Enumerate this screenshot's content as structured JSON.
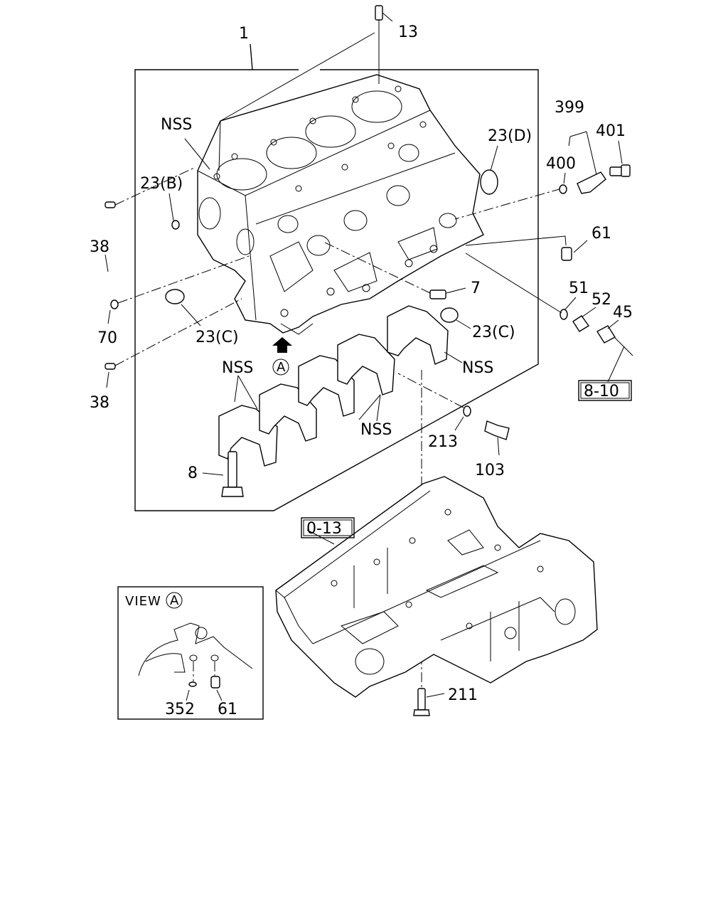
{
  "labels": {
    "l1": "1",
    "l13": "13",
    "nss_top": "NSS",
    "l23b": "23(B)",
    "l23d": "23(D)",
    "l399": "399",
    "l401": "401",
    "l400": "400",
    "l61": "61",
    "l38_top": "38",
    "l70": "70",
    "l38_bot": "38",
    "l23c_left": "23(C)",
    "l7": "7",
    "l51": "51",
    "l52": "52",
    "l45": "45",
    "l23c_right": "23(C)",
    "nss_right": "NSS",
    "nss_left": "NSS",
    "view_marker": "A",
    "nss_mid": "NSS",
    "l213": "213",
    "l103": "103",
    "l8": "8",
    "l211": "211",
    "view_a_title": "VIEW",
    "view_a_marker": "A",
    "l352": "352",
    "l61_view": "61"
  },
  "references": {
    "ref_8_10": "8-10",
    "ref_0_13": "0-13"
  }
}
